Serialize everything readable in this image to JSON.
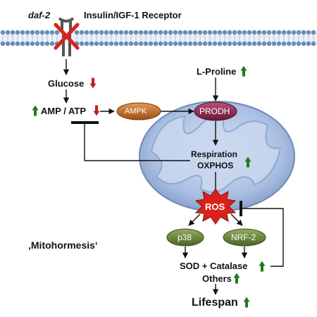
{
  "gene": "daf-2",
  "receptor": "Insulin/IGF-1 Receptor",
  "nodes": {
    "glucose": "Glucose",
    "amp_atp": "AMP / ATP",
    "ampk": "AMPK",
    "proline": "L-Proline",
    "prodh": "PRODH",
    "respiration_line1": "Respiration",
    "respiration_line2": "OXPHOS",
    "ros": "ROS",
    "p38": "p38",
    "nrf2": "NRF-2",
    "sod": "SOD + Catalase",
    "others": "Others",
    "lifespan": "Lifespan",
    "mitohormesis": "‚Mitohormesis‘"
  },
  "changes": {
    "glucose": "down",
    "amp": "up",
    "atp": "down",
    "proline": "up",
    "respiration": "up",
    "sod_catalase": "up",
    "others": "up",
    "lifespan": "up"
  },
  "colors": {
    "up_arrow": "#1f7a1f",
    "down_arrow": "#c0201a",
    "ampk": "#b8651c",
    "prodh": "#8a2348",
    "p38": "#5e7a2e",
    "nrf2": "#5e7a2e",
    "ros": "#d8231a",
    "membrane": "#6a8cb5",
    "mitochondrion": "#9fb6dd"
  }
}
